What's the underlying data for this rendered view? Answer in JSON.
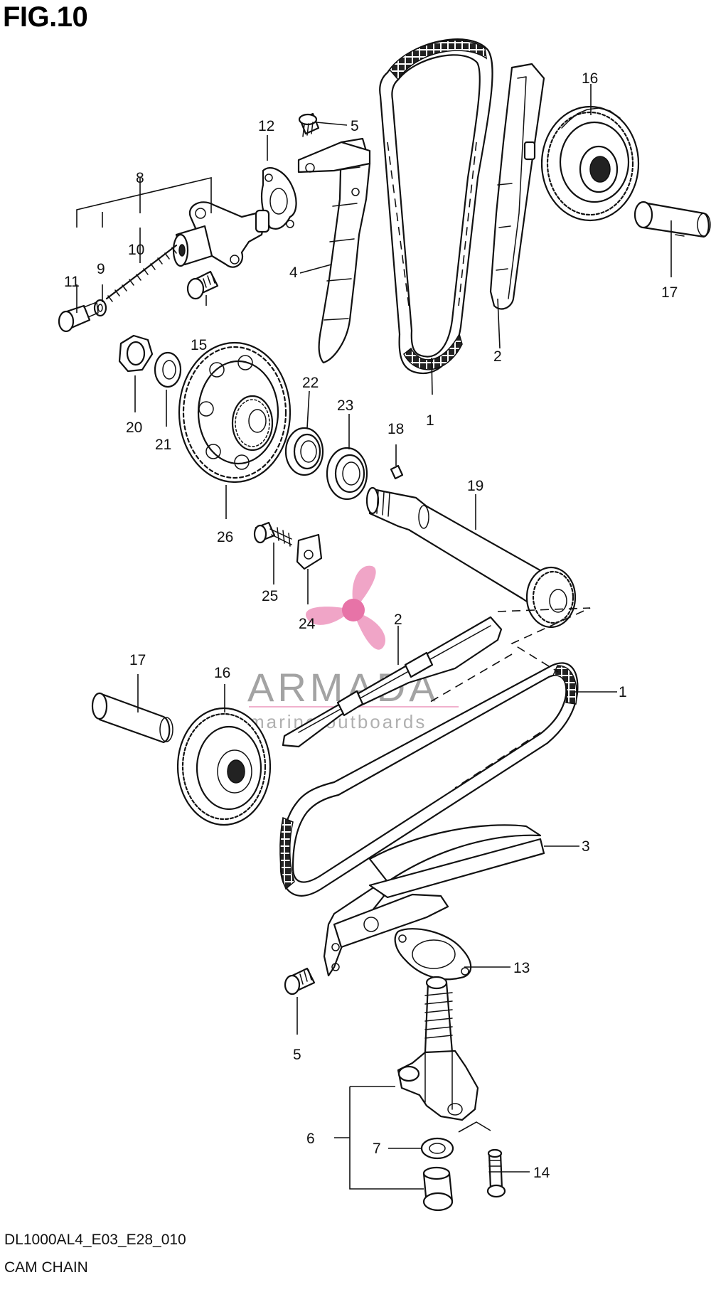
{
  "figure": {
    "title": "FIG.10",
    "code": "DL1000AL4_E03_E28_010",
    "caption": "CAM CHAIN"
  },
  "watermark": {
    "name": "ARMADA",
    "tagline": "marine outboards",
    "accent_color": "#e87fb0"
  },
  "callouts": {
    "c1a": "1",
    "c1b": "1",
    "c2a": "2",
    "c2b": "2",
    "c3": "3",
    "c4": "4",
    "c5a": "5",
    "c5b": "5",
    "c6": "6",
    "c7": "7",
    "c8": "8",
    "c9": "9",
    "c10": "10",
    "c11": "11",
    "c12": "12",
    "c13": "13",
    "c14": "14",
    "c15": "15",
    "c16a": "16",
    "c16b": "16",
    "c17a": "17",
    "c17b": "17",
    "c18": "18",
    "c19": "19",
    "c20": "20",
    "c21": "21",
    "c22": "22",
    "c23": "23",
    "c24": "24",
    "c25": "25",
    "c26": "26"
  }
}
